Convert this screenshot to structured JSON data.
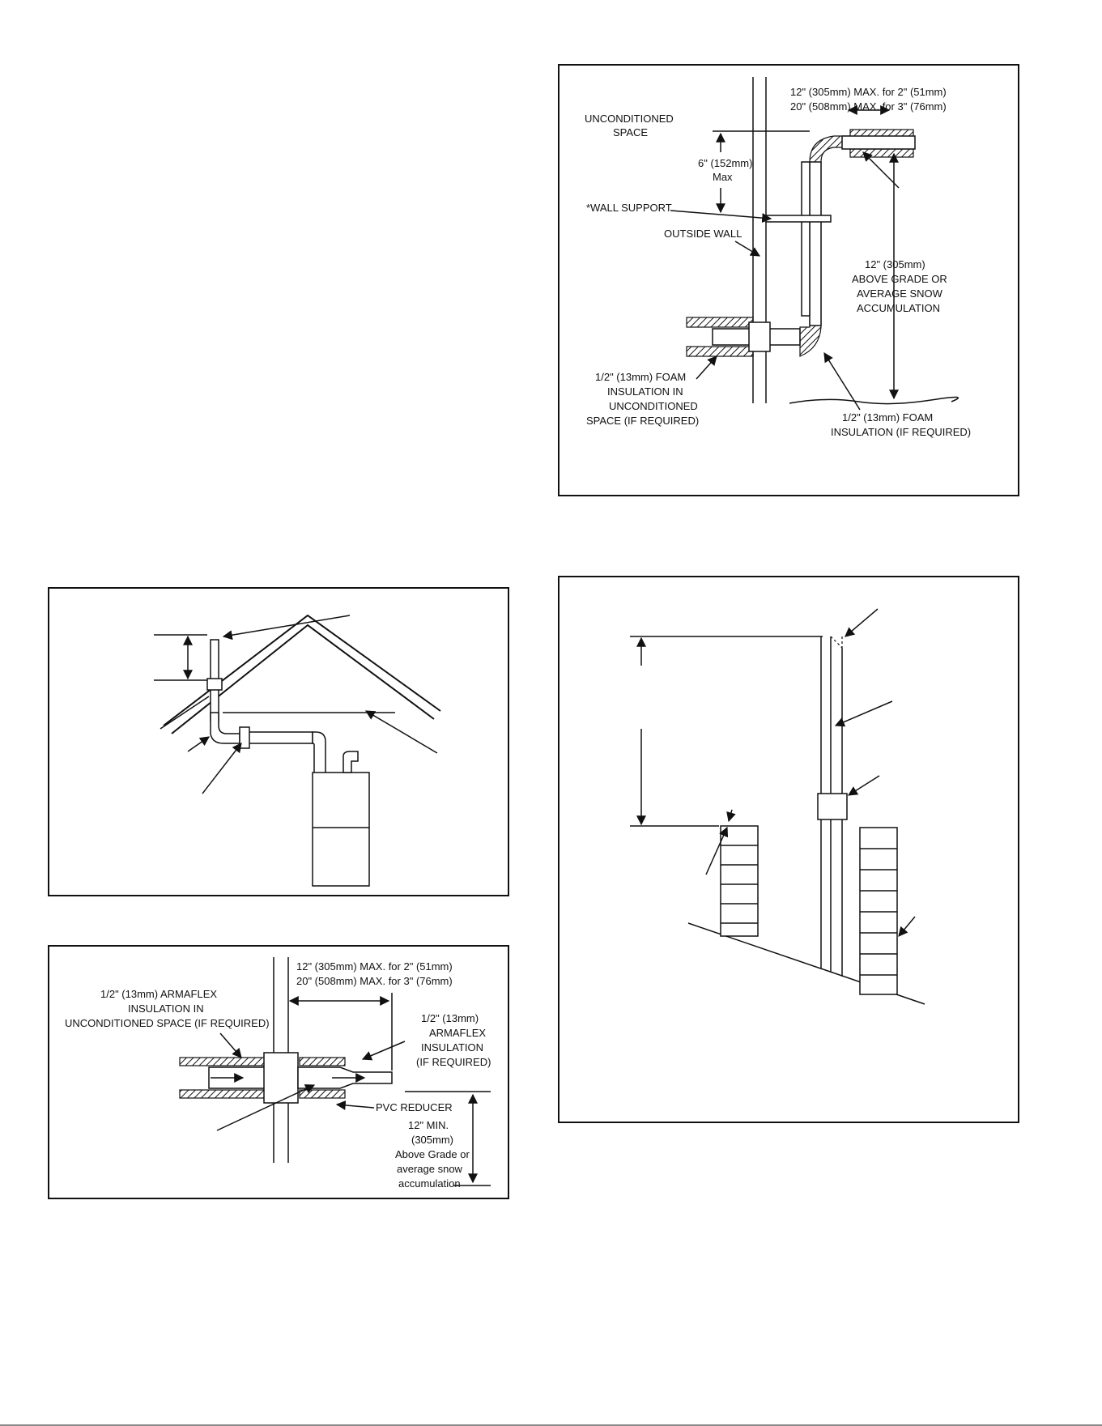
{
  "colors": {
    "ink": "#111111",
    "paper": "#ffffff"
  },
  "figure_top_right": {
    "max_line1": "12\" (305mm) MAX. for 2\" (51mm)",
    "max_line2": "20\" (508mm) MAX. for 3\" (76mm)",
    "unconditioned_line1": "UNCONDITIONED",
    "unconditioned_line2": "SPACE",
    "six_line1": "6\" (152mm)",
    "six_line2": "Max",
    "wall_support": "*WALL SUPPORT",
    "outside_wall": "OUTSIDE WALL",
    "above_grade_line1": "12\" (305mm)",
    "above_grade_line2": "ABOVE GRADE OR",
    "above_grade_line3": "AVERAGE SNOW",
    "above_grade_line4": "ACCUMULATION",
    "foam_left_line1": "1/2\" (13mm) FOAM",
    "foam_left_line2": "INSULATION IN",
    "foam_left_line3": "UNCONDITIONED",
    "foam_left_line4": "SPACE (IF REQUIRED)",
    "foam_right_line1": "1/2\" (13mm) FOAM",
    "foam_right_line2": "INSULATION (IF REQUIRED)"
  },
  "figure_bottom_left": {
    "max_line1": "12\" (305mm) MAX. for 2\" (51mm)",
    "max_line2": "20\" (508mm) MAX. for 3\" (76mm)",
    "armaflex_left_line1": "1/2\" (13mm) ARMAFLEX",
    "armaflex_left_line2": "INSULATION IN",
    "armaflex_left_line3": "UNCONDITIONED SPACE (IF REQUIRED)",
    "armaflex_right_line1": "1/2\" (13mm)",
    "armaflex_right_line2": "ARMAFLEX",
    "armaflex_right_line3": "INSULATION",
    "armaflex_right_line4": "(IF REQUIRED)",
    "pvc_reducer": "PVC REDUCER",
    "min_line1": "12\" MIN.",
    "min_line2": "(305mm)",
    "min_line3": "Above Grade or",
    "min_line4": "average snow",
    "min_line5": "accumulation"
  }
}
